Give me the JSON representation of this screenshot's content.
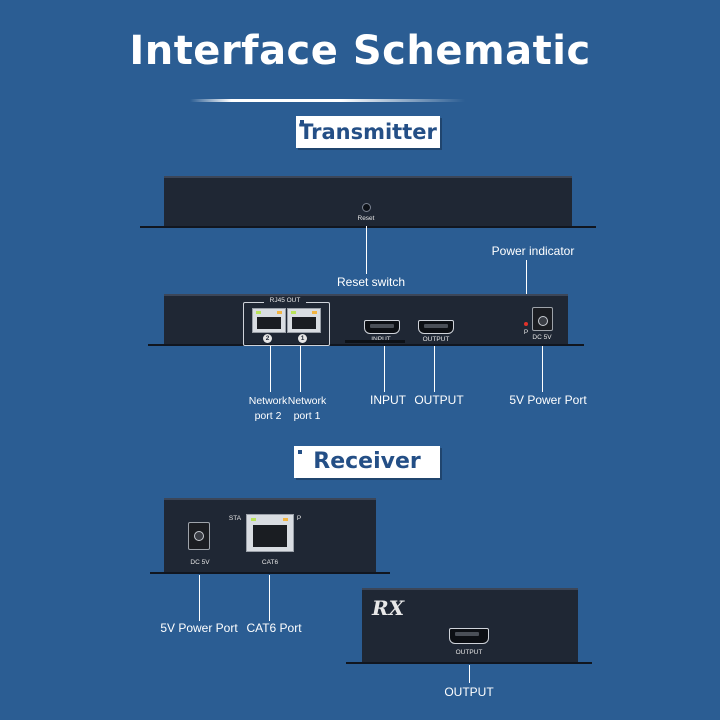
{
  "title": "Interface Schematic",
  "transmitter": {
    "section_label": "Transmitter",
    "top_panel": {
      "reset_text": "Reset"
    },
    "callouts": {
      "reset_switch": "Reset switch",
      "power_indicator": "Power indicator",
      "network_port_2": "Network port 2",
      "network_port_1": "Network port 1",
      "input": "INPUT",
      "output": "OUTPUT",
      "power_port": "5V Power Port"
    },
    "panel_text": {
      "rj45_out": "RJ45  OUT",
      "port_2_num": "2",
      "port_1_num": "1",
      "input": "INPUT",
      "output": "OUTPUT",
      "p": "P",
      "dc5v": "DC 5V"
    }
  },
  "receiver": {
    "section_label": "Receiver",
    "panel_text": {
      "dc5v": "DC 5V",
      "sta": "STA",
      "p": "P",
      "cat6": "CAT6",
      "rx_logo": "RX",
      "output": "OUTPUT"
    },
    "callouts": {
      "power_port": "5V Power Port",
      "cat6_port": "CAT6 Port",
      "output": "OUTPUT"
    }
  },
  "colors": {
    "background": "#2b5d93",
    "device": "#1f2734",
    "label_box": "#ffffff",
    "label_text": "#244f86"
  }
}
